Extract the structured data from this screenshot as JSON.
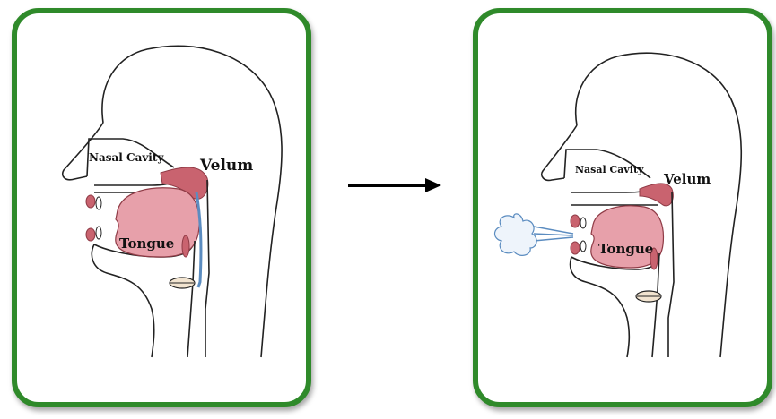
{
  "panels": [
    {
      "nasal_cavity_label": "Nasal Cavity",
      "velum_label": "Velum",
      "tongue_label": "Tongue"
    },
    {
      "nasal_cavity_label": "Nasal Cavity",
      "velum_label": "Velum",
      "tongue_label": "Tongue"
    }
  ],
  "colors": {
    "frame": "#2f8a2a",
    "tongue": "#e7a0aa",
    "velum": "#c9636f",
    "airflow": "#5b8cc0",
    "outline": "#222222"
  },
  "icons": {
    "arrow": "right-arrow-icon",
    "airflow": "airflow-cloud-icon"
  }
}
